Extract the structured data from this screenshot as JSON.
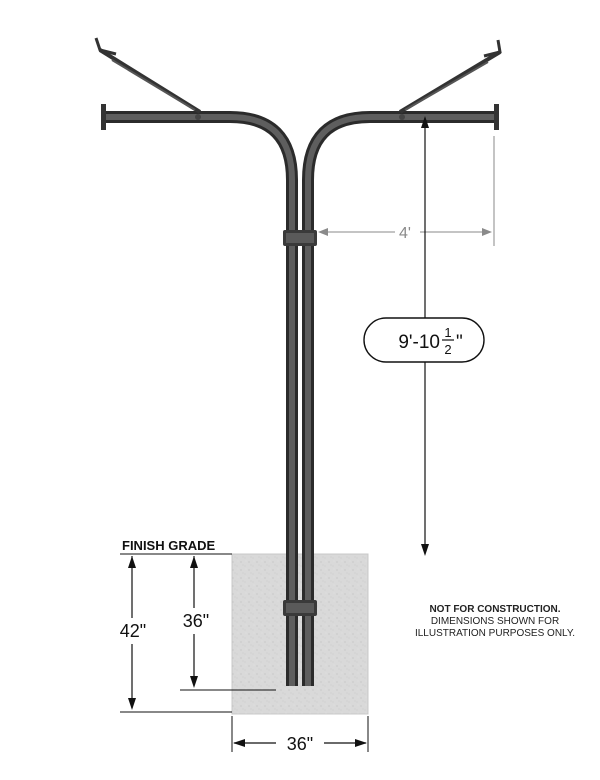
{
  "labels": {
    "arm_reach": "4'",
    "height_whole": "9'-10",
    "height_frac_num": "1",
    "height_frac_den": "2",
    "height_unit": "\"",
    "finish_grade": "FINISH GRADE",
    "foundation_depth": "42\"",
    "embed_depth": "36\"",
    "foundation_width": "36\""
  },
  "note": {
    "line1": "NOT FOR CONSTRUCTION.",
    "line2": "DIMENSIONS SHOWN FOR",
    "line3": "ILLUSTRATION PURPOSES ONLY."
  },
  "colors": {
    "pole": "#4a4a4a",
    "pole_dark": "#2e2e2e",
    "concrete": "#d9d9d9",
    "dimension_dark": "#111111",
    "dimension_gray": "#8a8a8a"
  }
}
